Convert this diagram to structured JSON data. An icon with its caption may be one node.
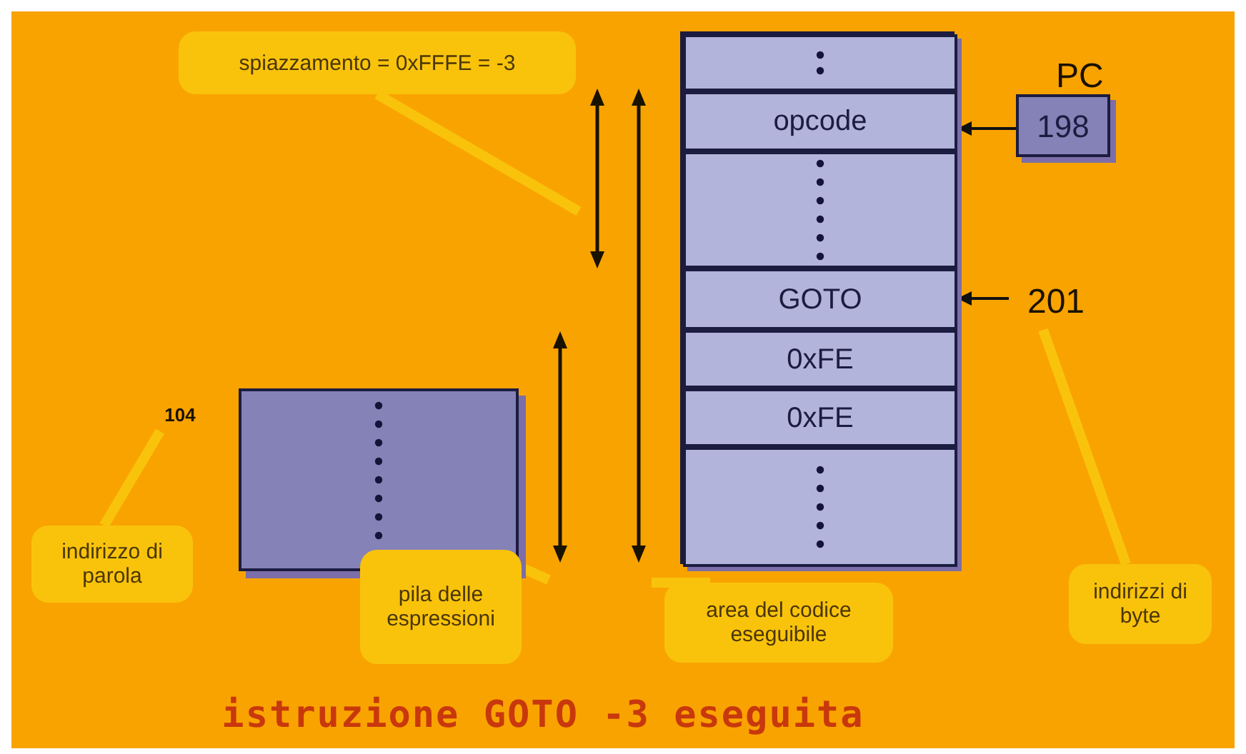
{
  "diagram": {
    "title": "istruzione GOTO -3 eseguita",
    "nodes": [
      {
        "text": [
          "spiazzamento = 0xFFFE = -3"
        ]
      },
      {
        "text": [],
        "shape": "box"
      },
      {
        "text": [],
        "shape": "box",
        "in": 1
      },
      {
        "text": [
          "opcode"
        ],
        "in": 1
      },
      {
        "text": [],
        "shape": "box",
        "in": 1
      },
      {
        "text": [
          "GOTO"
        ],
        "in": 1
      },
      {
        "text": [
          "0xFE"
        ],
        "in": 1
      },
      {
        "text": [
          "0xFE"
        ],
        "in": 1
      },
      {
        "text": [],
        "shape": "box",
        "in": 1
      },
      {
        "text": [
          "PC",
          "198"
        ]
      },
      {
        "text": [
          "201"
        ]
      },
      {
        "text": [
          "104"
        ]
      },
      {
        "text": [],
        "shape": "box"
      },
      {
        "text": [
          "indirizzo di parola"
        ]
      },
      {
        "text": [
          "pila delle espressioni"
        ]
      },
      {
        "text": [
          "area del codice eseguibile"
        ]
      },
      {
        "text": [
          "indirizzi di byte"
        ]
      }
    ],
    "edges": [
      {
        "from": 9,
        "to": 3,
        "arrow": "to",
        "color": "#111111"
      },
      {
        "from": 10,
        "to": 5,
        "arrow": "to",
        "color": "#111111"
      },
      {
        "from": 0,
        "to": null,
        "arrow": "none"
      },
      {
        "from": 13,
        "to": 11,
        "arrow": "none"
      },
      {
        "from": 14,
        "to": null,
        "arrow": "none"
      },
      {
        "from": 15,
        "to": null,
        "arrow": "none"
      },
      {
        "from": 16,
        "to": 10,
        "arrow": "none"
      }
    ]
  }
}
